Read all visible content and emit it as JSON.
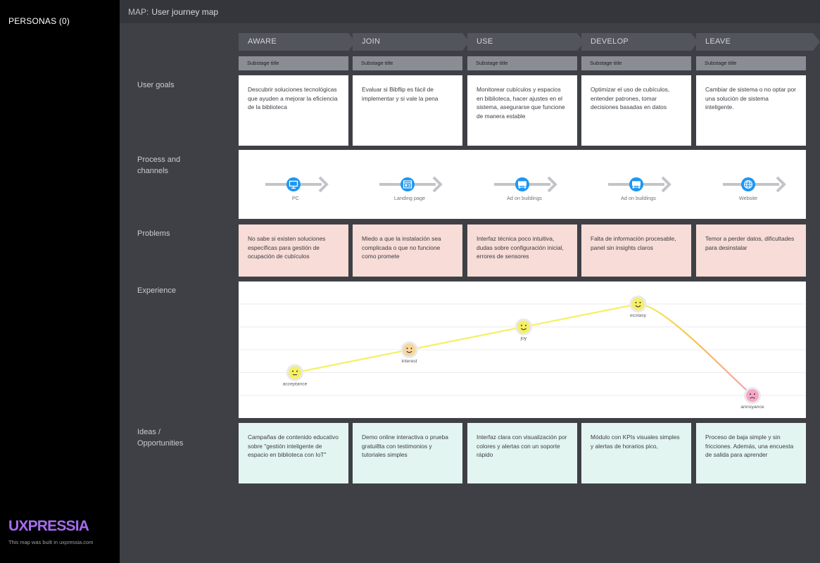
{
  "sidebar": {
    "personas_label": "PERSONAS (0)",
    "logo": "UXPRESSIA",
    "built_note": "This map was built in uxpressia.com"
  },
  "header": {
    "prefix": "MAP:",
    "title": "User journey map"
  },
  "stages": [
    {
      "label": "AWARE",
      "substage": "Substage title"
    },
    {
      "label": "JOIN",
      "substage": "Substage title"
    },
    {
      "label": "USE",
      "substage": "Substage title"
    },
    {
      "label": "DEVELOP",
      "substage": "Substage title"
    },
    {
      "label": "LEAVE",
      "substage": "Substage title"
    }
  ],
  "rows": {
    "goals_label": "User goals",
    "process_label": "Process and channels",
    "problems_label": "Problems",
    "experience_label": "Experience",
    "ideas_label": "Ideas / Opportunities"
  },
  "goals": [
    "Descubrir soluciones tecnológicas que ayuden a mejorar la eficiencia de la biblioteca",
    "Evaluar si Bibflip es fácil de implementar y si vale la pena",
    "Monitorear cubículos y espacios en biblioteca, hacer ajustes en el sistema, asegurarse que funcione de manera estable",
    "Optimizar el uso de cubículos, entender patrones, tomar decisiones basadas en datos",
    "Cambiar de sistema o no optar por una solución de sistema inteligente."
  ],
  "channels": [
    {
      "label": "PC",
      "icon": "monitor-icon"
    },
    {
      "label": "Landing page",
      "icon": "landing-page-icon"
    },
    {
      "label": "Ad on buildings",
      "icon": "billboard-icon"
    },
    {
      "label": "Ad on buildings",
      "icon": "billboard-icon"
    },
    {
      "label": "Website",
      "icon": "globe-icon"
    }
  ],
  "problems": [
    "No sabe si existen soluciones específicas para gestión de ocupación de cubículos",
    "Miedo a que la instalación sea complicada o que no funcione como promete",
    "Interfaz técnica poco intuitiva, dudas sobre configuración inicial, errores de sensores",
    "Falta de información procesable, panel sin insights claros",
    "Temor a perder datos, dificultades para desinstalar"
  ],
  "experience": {
    "points": [
      {
        "emotion": "acceptance",
        "level": 1,
        "color": "#f5f064"
      },
      {
        "emotion": "interest",
        "level": 2,
        "color": "#f7d79c"
      },
      {
        "emotion": "joy",
        "level": 3,
        "color": "#f5f064"
      },
      {
        "emotion": "ecstasy",
        "level": 4,
        "color": "#f5f064"
      },
      {
        "emotion": "annoyance",
        "level": 0,
        "color": "#f7a6c6"
      }
    ],
    "line_colors": [
      "#f5f064",
      "#f7c052",
      "#f3a0bd"
    ]
  },
  "ideas": [
    "Campañas de contenido educativo sobre \"gestión inteligente de espacio en biblioteca con IoT\"",
    "Demo online interactiva o prueba gratui8ta con testimonios y tutoriales simples",
    "Interfaz clara con visualización por colores y alertas con un soporte rápido",
    "Módulo con KPIs visuales simples y alertas de horarios pico,",
    "Proceso de baja simple y sin fricciones. Además, una encuesta de salida para aprender"
  ],
  "colors": {
    "accent_blue": "#1e96f0",
    "arrow_gray": "#c2c4c8",
    "logo_purple": "#a66cf0"
  }
}
